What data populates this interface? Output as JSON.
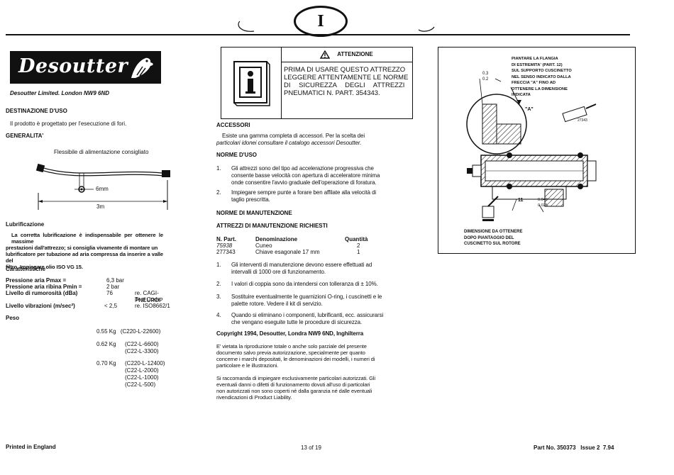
{
  "header": {
    "language_mark": "I",
    "company": "Desoutter Limited. London NW9 6ND"
  },
  "logo": {
    "wordmark": "Desoutter"
  },
  "left": {
    "destinazione_heading": "DESTINAZIONE D'USO",
    "destinazione_text": "Il prodotto è progettato per l'esecuzione di fori.",
    "generalita_heading": "GENERALITA'",
    "hose_caption": "Flessibile di alimentazione consigliato",
    "dim_6mm": "6mm",
    "dim_3m": "3m",
    "lubrificazione_heading": "Lubrificazione",
    "lubrificazione_lines": [
      "La corretta lubrificazione è indispensabile per ottenere le massime",
      "prestazioni dall'attrezzo; si consiglia vivamente di montare un",
      "lubrificatore per tubazione ad aria compressa da inserire a valle del",
      "filtro. Impiegare olio ISO VG 15."
    ],
    "caratteristiche_heading": "Caratteristiche",
    "specs": [
      {
        "label": "Pressione aria Pmax =",
        "value": "6,3 bar",
        "ref": ""
      },
      {
        "label": "Pressione aria ribina Pmin =",
        "value": "2 bar",
        "ref": ""
      },
      {
        "label": "Livello di rumorosità (dBa)",
        "value": "76",
        "ref": "re. CAGI-PNEUROP"
      },
      {
        "label": "",
        "value": "",
        "ref": "Test Code"
      },
      {
        "label": "Livello vibrazioni (m/sec²)",
        "value": "< 2,5",
        "ref": "re. ISO8662/1"
      }
    ],
    "peso_heading": "Peso",
    "weights": [
      {
        "kg": "0.55 Kg",
        "models": [
          "(C220-L-22600)"
        ]
      },
      {
        "kg": "0.62 Kg",
        "models": [
          "(C22-L-6600)",
          "(C22-L-3300)"
        ]
      },
      {
        "kg": "0.70 Kg",
        "models": [
          "(C220-L-12400)",
          "(C22-L-2000)",
          "(C22-L-1000)",
          "(C22-L-500)"
        ]
      }
    ]
  },
  "warning": {
    "title": "ATTENZIONE",
    "lines": [
      "PRIMA DI USARE QUESTO ATTREZZO",
      "LEGGERE ATTENTAMENTE LE NORME",
      "DI SICUREZZA DEGLI ATTREZZI",
      "PNEUMATICI N. PART. 354343."
    ]
  },
  "middle": {
    "accessori_heading": "ACCESSORI",
    "accessori_lines": [
      "Esiste una gamma completa di accessori. Per la scelta dei",
      "particolari idonei consultare il catalogo accessori Desoutter."
    ],
    "norme_uso_heading": "NORME D'USO",
    "norme_uso_items": [
      {
        "num": "1.",
        "lines": [
          "Gli attrezzi sono del tipo ad accelerazione progressiva che",
          "consente basse velocità con apertura di acceleratore minima",
          "onde consentire l'avvio graduale dell'operazione di foratura."
        ]
      },
      {
        "num": "2.",
        "lines": [
          "Impiegare sempre punte a forare ben affilate alla velocità di",
          "taglio prescritta."
        ]
      }
    ],
    "norme_manut_heading": "NORME DI MANUTENZIONE",
    "attrezzi_heading": "ATTREZZI DI MANUTENZIONE RICHIESTI",
    "tools_headers": [
      "N. Part.",
      "Denominazione",
      "Quantità"
    ],
    "tools_rows": [
      [
        "75938",
        "Cuneo",
        "2"
      ],
      [
        "277343",
        "Chiave esagonale 17 mm",
        "1"
      ]
    ],
    "manut_items": [
      {
        "num": "1.",
        "lines": [
          "Gli interventi di manutenzione devono essere effettuati ad",
          "intervalli di 1000 ore di funzionamento."
        ]
      },
      {
        "num": "2.",
        "lines": [
          "I valori di coppia sono da intendersi con tolleranza di ± 10%."
        ]
      },
      {
        "num": "3.",
        "lines": [
          "Sostituire eventualmente le guarnizioni O-ring, i cuscinetti e le",
          "palette rotore. Vedere il kit di servizio."
        ]
      },
      {
        "num": "4.",
        "lines": [
          "Quando si eliminano i componenti, lubrificanti, ecc. assicurarsi",
          "che vengano eseguite tutte le procedure di sicurezza."
        ]
      }
    ],
    "copyright_heading": "Copyright 1994, Desoutter, Londra NW9 6ND, Inghilterra",
    "copyright_p1": [
      "E' vietata la riproduzione totale o anche solo parziale del presente",
      "documento salvo previa autorizzazione, specialmente per quanto",
      "concerne i marchi depositati, le denominazioni dei modelli, i numeri di",
      "particolare e le illustrazioni."
    ],
    "copyright_p2": [
      "Si raccomanda di impiegare esclusivamente particolari autorizzati. Gli",
      "eventuali danni o difetti di funzionamento dovuti all'uso di particolari",
      "non autorizzati non sono coperti né dalla garanzia né dalle eventuali",
      "rivendicazioni di Product Liability."
    ]
  },
  "figure": {
    "top_note": [
      "PIANTARE LA FLANGIA",
      "DI ESTREMITA' (PART. 12)",
      "SUL SUPPORTO CUSCINETTO",
      "NEL SENSO INDICATO DALLA",
      "FRECCIA \"A\" FINO AD",
      "OTTENERE LA DIMENSIONE",
      "INDICATA"
    ],
    "dim_03": "0.3",
    "dim_02": "0.2",
    "label_a": "\"A\"",
    "part_small": "27343",
    "part_11": "11",
    "dim_040": "0.040",
    "dim_025": "0.025",
    "bottom_note": [
      "DIMENSIONE DA OTTENERE",
      "DOPO PIANTAGGIO DEL",
      "CUSCINETTO SUL ROTORE"
    ]
  },
  "footer": {
    "left": "Printed in England",
    "center": "13 of 19",
    "right": "Part No. 350373   Issue 2  7.94"
  }
}
